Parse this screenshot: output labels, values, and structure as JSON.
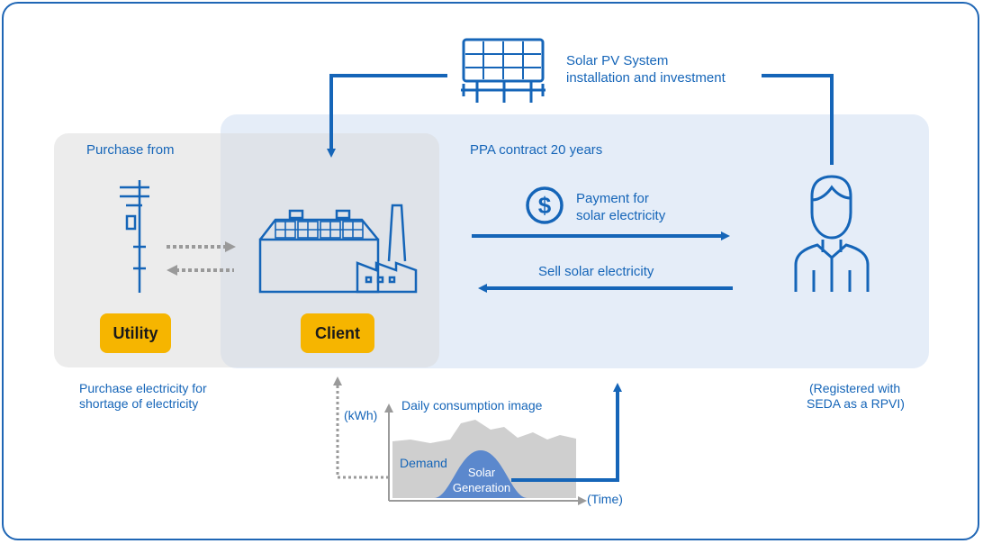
{
  "solar_pv": {
    "line1": "Solar PV System",
    "line2": "installation and investment"
  },
  "purchase_from": "Purchase from",
  "ppa_contract": "PPA contract 20 years",
  "payment": {
    "line1": "Payment for",
    "line2": "solar electricity"
  },
  "sell": "Sell solar electricity",
  "utility_label": "Utility",
  "client_label": "Client",
  "purchase_note": {
    "line1": "Purchase electricity for",
    "line2": "shortage of electricity"
  },
  "registered_note": {
    "line1": "(Registered with",
    "line2": "SEDA as a RPVI)"
  },
  "graph": {
    "title": "Daily consumption image",
    "y_unit": "(kWh)",
    "x_unit": "(Time)",
    "demand_label": "Demand",
    "solar_line1": "Solar",
    "solar_line2": "Generation"
  },
  "colors": {
    "blue": "#1565b8",
    "accent": "#f6b500",
    "grey_panel": "#ececec",
    "blue_panel": "#e5edf8"
  },
  "icons": [
    "solar-panel-icon",
    "power-pole-icon",
    "factory-icon",
    "dollar-icon",
    "person-icon"
  ]
}
